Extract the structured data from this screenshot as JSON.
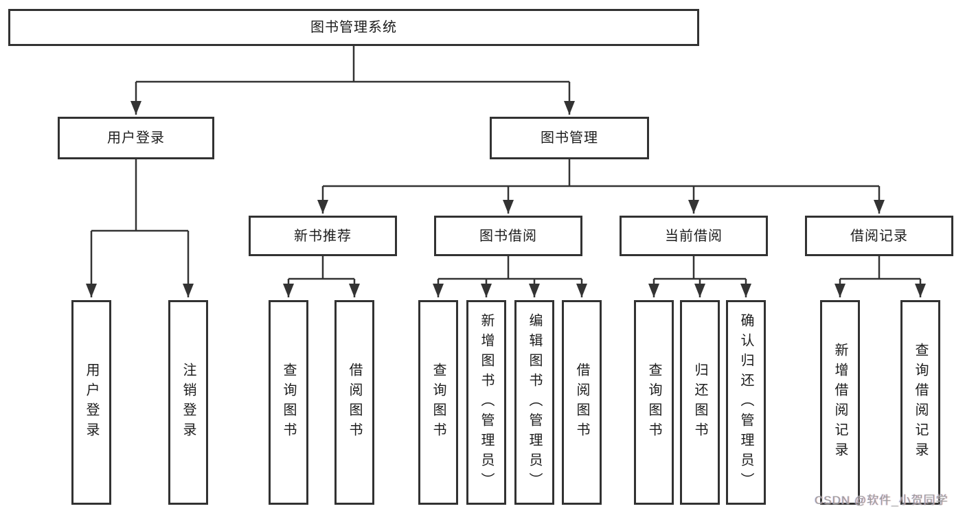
{
  "diagram": {
    "root": {
      "label": "图书管理系统"
    },
    "branches": [
      {
        "label": "用户登录",
        "children": [
          {
            "label": "用户登录"
          },
          {
            "label": "注销登录"
          }
        ]
      },
      {
        "label": "图书管理",
        "children": [
          {
            "label": "新书推荐",
            "children": [
              {
                "label": "查询图书"
              },
              {
                "label": "借阅图书"
              }
            ]
          },
          {
            "label": "图书借阅",
            "children": [
              {
                "label": "查询图书"
              },
              {
                "label": "新增图书（管理员）"
              },
              {
                "label": "编辑图书（管理员）"
              },
              {
                "label": "借阅图书"
              }
            ]
          },
          {
            "label": "当前借阅",
            "children": [
              {
                "label": "查询图书"
              },
              {
                "label": "归还图书"
              },
              {
                "label": "确认归还（管理员）"
              }
            ]
          },
          {
            "label": "借阅记录",
            "children": [
              {
                "label": "新增借阅记录"
              },
              {
                "label": "查询借阅记录"
              }
            ]
          }
        ]
      }
    ]
  },
  "watermark": {
    "text": "CSDN @软件_小贺同学"
  },
  "colors": {
    "line": "#333333",
    "box_border": "#323232",
    "text": "#1c1c1c",
    "background": "#ffffff",
    "watermark": "#9c9c9c"
  }
}
